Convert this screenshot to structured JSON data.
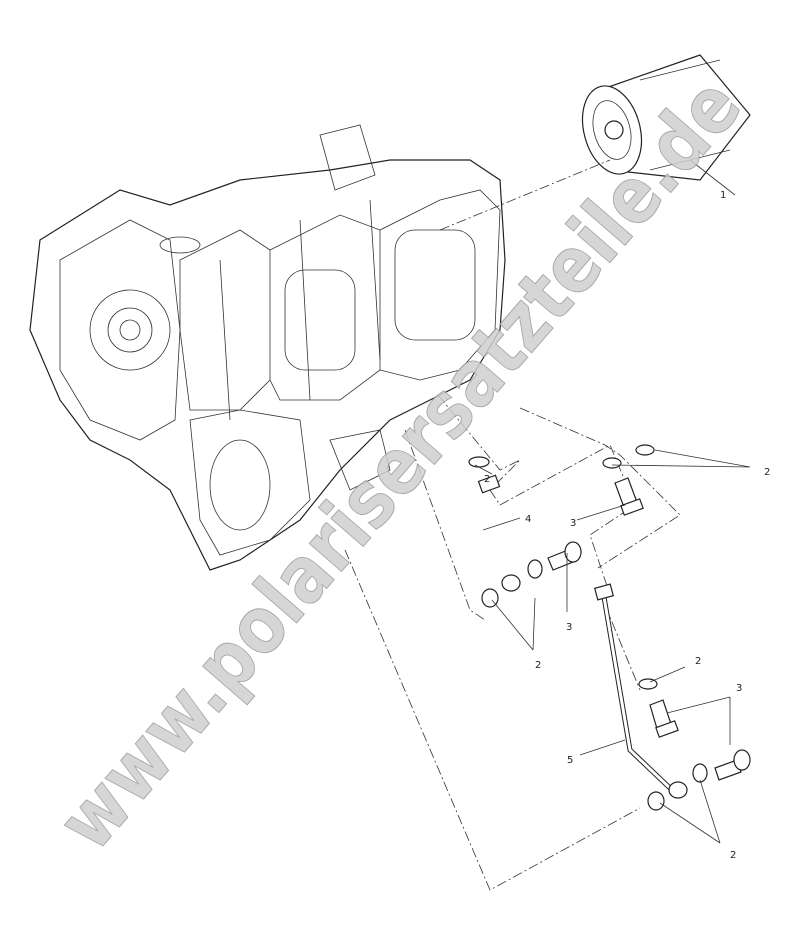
{
  "watermark": "www.polarisersatzteile.de",
  "callouts": [
    {
      "part": "oil-filter",
      "label": "1"
    },
    {
      "part": "washer",
      "label": "2"
    },
    {
      "part": "oil-line-upper",
      "label": "4"
    },
    {
      "part": "banjo-bolt",
      "label": "3"
    },
    {
      "part": "washer",
      "label": "2"
    },
    {
      "part": "banjo-bolt",
      "label": "3"
    },
    {
      "part": "washer",
      "label": "2"
    },
    {
      "part": "washer",
      "label": "2"
    },
    {
      "part": "banjo-bolt",
      "label": "3"
    },
    {
      "part": "oil-line-lower",
      "label": "5"
    },
    {
      "part": "washer",
      "label": "2"
    }
  ]
}
